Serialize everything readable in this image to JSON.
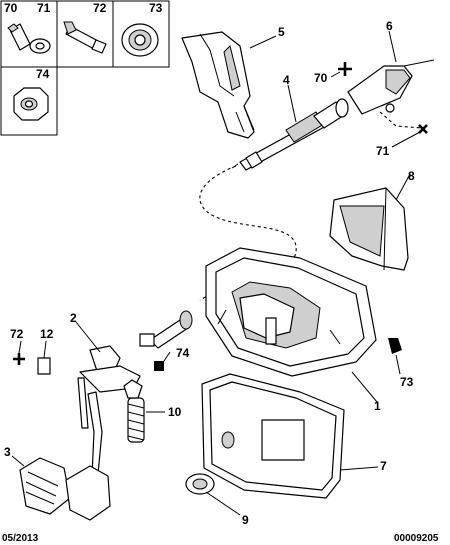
{
  "inset": {
    "header_labels": [
      "70",
      "71",
      "72",
      "73"
    ],
    "box74_label": "74"
  },
  "callouts": {
    "c1": "1",
    "c2": "2",
    "c3": "3",
    "c4": "4",
    "c5": "5",
    "c6": "6",
    "c7": "7",
    "c8": "8",
    "c9": "9",
    "c10": "10",
    "c12": "12",
    "c70": "70",
    "c71": "71",
    "c72": "72",
    "c73": "73",
    "c74": "74"
  },
  "footer": {
    "date": "05/2013",
    "reference": "00009205"
  }
}
